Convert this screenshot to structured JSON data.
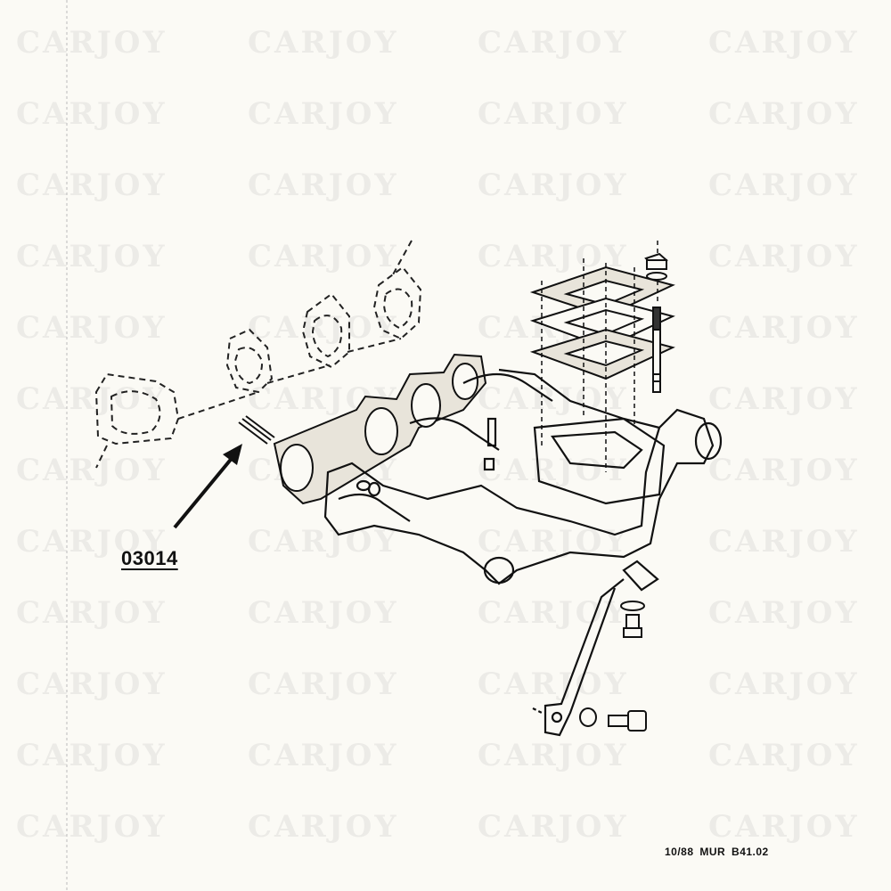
{
  "watermark": {
    "text": "CARJOY"
  },
  "callout": {
    "part_number": "03014"
  },
  "footer": {
    "code": "10/88  MUR  B41.02"
  },
  "colors": {
    "ink": "#111111",
    "paper": "#fbfaf5",
    "watermark": "#a0a0a0"
  }
}
